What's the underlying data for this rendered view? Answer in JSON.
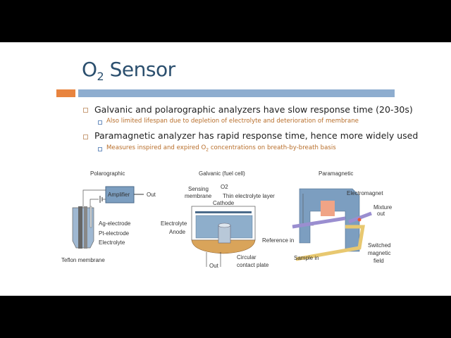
{
  "slide": {
    "title_main": "O",
    "title_sub": "2",
    "title_rest": " Sensor",
    "bullets": [
      {
        "text": "Galvanic and polarographic analyzers have slow response time (20-30s)",
        "sub": "Also limited lifespan due to depletion of electrolyte and deterioration of membrane"
      },
      {
        "text": "Paramagnetic analyzer has rapid response time, hence more widely used",
        "sub_pre": "Measures inspired and expired O",
        "sub_subscript": "2",
        "sub_post": " concentrations on breath-by-breath basis"
      }
    ],
    "colors": {
      "title": "#2b4f6e",
      "accent_orange": "#e8843f",
      "accent_blue": "#8eadcf",
      "sub_bullet": "#b86e2a"
    }
  },
  "figure": {
    "polarographic": {
      "title": "Polarographic",
      "amplifier": "Amplifier",
      "out": "Out",
      "ag": "Ag-electrode",
      "pt": "Pt-electrode",
      "electrolyte": "Electrolyte",
      "membrane": "Teflon membrane"
    },
    "galvanic": {
      "title": "Galvanic (fuel cell)",
      "sensing1": "Sensing",
      "sensing2": "membrane",
      "o2": "O2",
      "thin": "Thin electrolyte layer",
      "cathode": "Cathode",
      "electrolyte": "Electrolyte",
      "anode": "Anode",
      "plate1": "Circular",
      "plate2": "contact plate",
      "out": "Out"
    },
    "paramagnetic": {
      "title": "Paramagnetic",
      "electromagnet": "Electromagnet",
      "mixture1": "Mixture",
      "mixture2": "out",
      "reference": "Reference in",
      "switched1": "Switched",
      "switched2": "magnetic",
      "switched3": "field",
      "sample": "Sample in"
    }
  }
}
